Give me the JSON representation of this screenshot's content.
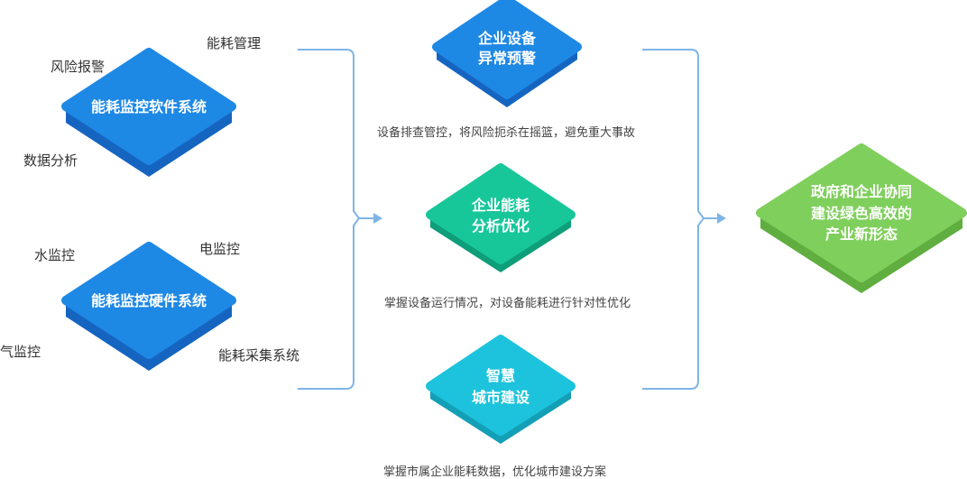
{
  "colors": {
    "blue_top": "#1e88e5",
    "blue_side": "#1565c0",
    "green_top": "#17c79a",
    "green_side": "#0e9e79",
    "cyan_top": "#1dc3dc",
    "cyan_side": "#139fb6",
    "lime_top": "#7fcf5c",
    "lime_side": "#5fae3f",
    "connector": "#7fb5e6"
  },
  "left": {
    "software": {
      "label": "能耗监控软件系统",
      "tags": [
        "能耗管理",
        "风险报警",
        "数据分析"
      ]
    },
    "hardware": {
      "label": "能耗监控硬件系统",
      "tags": [
        "水监控",
        "电监控",
        "气监控",
        "能耗采集系统"
      ]
    }
  },
  "middle": [
    {
      "lines": [
        "企业设备",
        "异常预警"
      ],
      "desc": "设备排查管控，将风险扼杀在摇篮，避免重大事故"
    },
    {
      "lines": [
        "企业能耗",
        "分析优化"
      ],
      "desc": "掌握设备运行情况，对设备能耗进行针对性优化"
    },
    {
      "lines": [
        "智慧",
        "城市建设"
      ],
      "desc": "掌握市属企业能耗数据，优化城市建设方案"
    }
  ],
  "right": {
    "lines": [
      "政府和企业协同",
      "建设绿色高效的",
      "产业新形态"
    ]
  }
}
